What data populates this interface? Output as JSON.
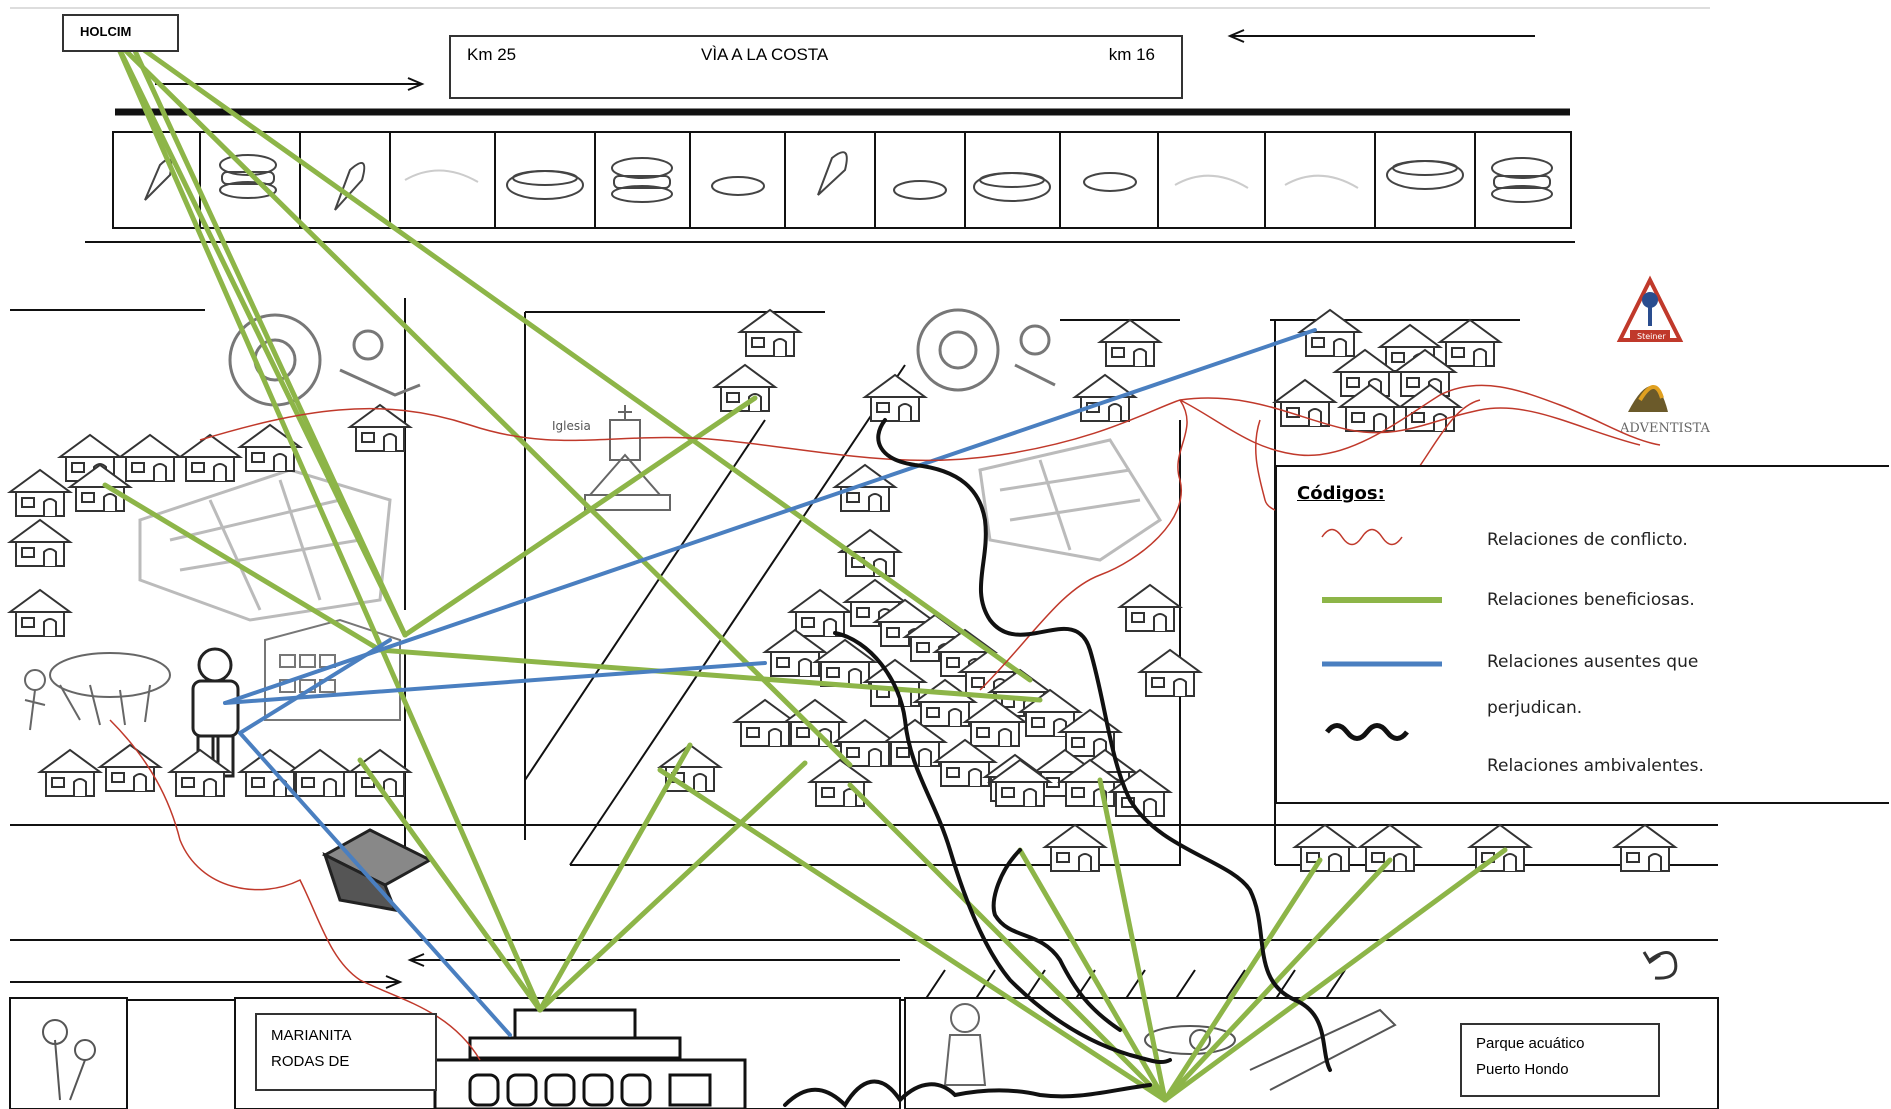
{
  "map": {
    "holcim_label": "HOLCIM",
    "road_sign": {
      "km_left": "Km 25",
      "road_name": "VÌA A LA COSTA",
      "km_right": "km 16"
    },
    "marianita_label_line1": "MARIANITA",
    "marianita_label_line2": "RODAS DE",
    "parque_label_line1": "Parque acuático",
    "parque_label_line2": "Puerto Hondo",
    "church_label": "Iglesia",
    "steiner_label": "Steiner",
    "adventista_label": "ADVENTISTA"
  },
  "legend": {
    "title": "Códigos:",
    "items": [
      {
        "label": "Relaciones  de conflicto.",
        "color": "#c0392b",
        "style": "thin-wavy"
      },
      {
        "label": "Relaciones  beneficiosas.",
        "color": "#8db548",
        "style": "thick"
      },
      {
        "label": "Relaciones  ausentes que",
        "label2": "perjudican.",
        "color": "#4a7fc0",
        "style": "thick"
      },
      {
        "label": "Relaciones  ambivalentes.",
        "color": "#111111",
        "style": "thick-wavy"
      }
    ]
  },
  "colors": {
    "conflict": "#c0392b",
    "beneficial": "#8db548",
    "absent": "#4a7fc0",
    "ambivalent": "#111111",
    "sketch": "#555555"
  }
}
